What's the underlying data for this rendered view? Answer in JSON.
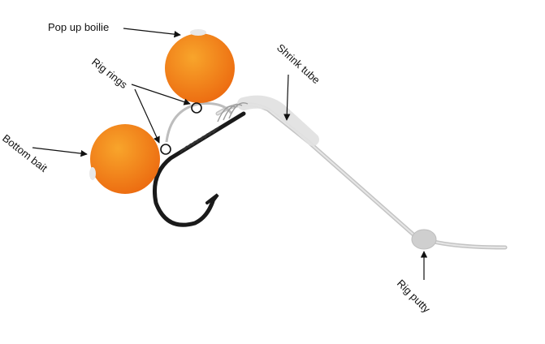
{
  "labels": {
    "pop_up_boilie": "Pop up boilie",
    "rig_rings": "Rig rings",
    "shrink_tube": "Shrink tube",
    "bottom_bait": "Bottom bait",
    "rig_putty": "Rig putty"
  },
  "colors": {
    "bait_light": "#f7a02a",
    "bait_dark": "#ec6a10",
    "hook": "#1a1a1a",
    "line": "#c4c4c4",
    "putty": "#cfcfcf",
    "tube": "#e2e2e2",
    "text": "#111111"
  }
}
